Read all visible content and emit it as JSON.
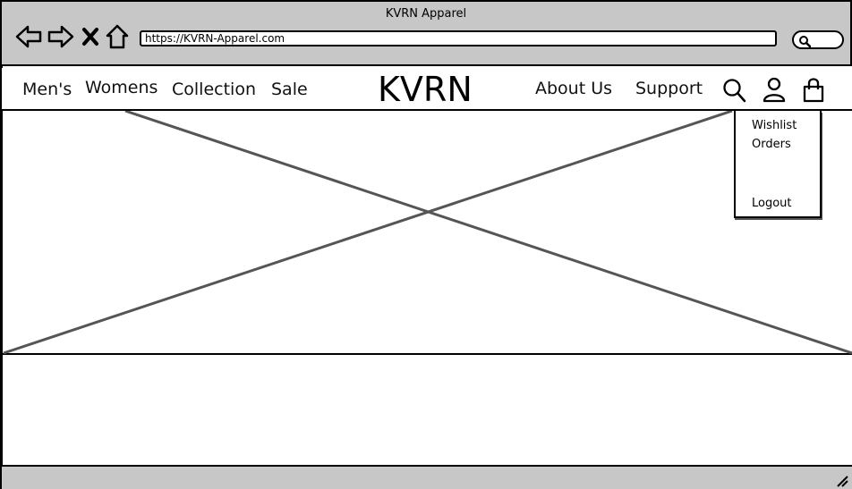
{
  "window": {
    "title": "KVRN Apparel",
    "url": "https://KVRN-Apparel.com"
  },
  "site": {
    "brand": "KVRN",
    "nav_left": [
      "Men's",
      "Womens",
      "Collection",
      "Sale"
    ],
    "nav_right": [
      "About Us",
      "Support"
    ]
  },
  "account_menu": {
    "items": [
      "Wishlist",
      "Orders",
      "Logout"
    ]
  },
  "icons": {
    "back": "back-arrow-icon",
    "forward": "forward-arrow-icon",
    "close": "close-x-icon",
    "home": "home-icon",
    "search": "search-icon",
    "user": "user-icon",
    "cart": "shopping-bag-icon",
    "resize": "resize-grip-icon"
  },
  "colors": {
    "chrome": "#c7c7c7",
    "stroke": "#000000",
    "placeholder_lines": "#555555"
  }
}
